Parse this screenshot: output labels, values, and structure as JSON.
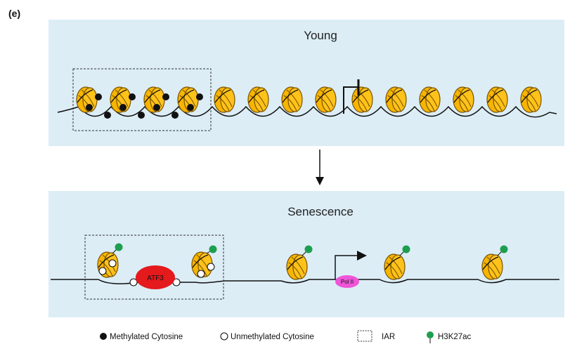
{
  "figure": {
    "panel_label": "(e)"
  },
  "young": {
    "title": "Young",
    "panel_color": "#dcedf6"
  },
  "senescence": {
    "title": "Senescence",
    "panel_color": "#dcedf6",
    "tf_label": "ATF3",
    "tf_color": "#e41a1c",
    "polymerase_label": "Pol II",
    "polymerase_color": "#ee55d8"
  },
  "legend": {
    "methylated": "Methylated Cytosine",
    "unmethylated": "Unmethylated Cytosine",
    "iar": "IAR",
    "h3k27ac": "H3K27ac"
  },
  "colors": {
    "nucleosome": "#f7b500",
    "nucleosome_stroke": "#7a5300",
    "acetyl_mark": "#1e9e4f",
    "dna": "#111111"
  },
  "icons": {
    "repression": "repression-t-bar-icon",
    "activation": "transcription-arrow-icon",
    "flow": "down-arrow-icon"
  }
}
